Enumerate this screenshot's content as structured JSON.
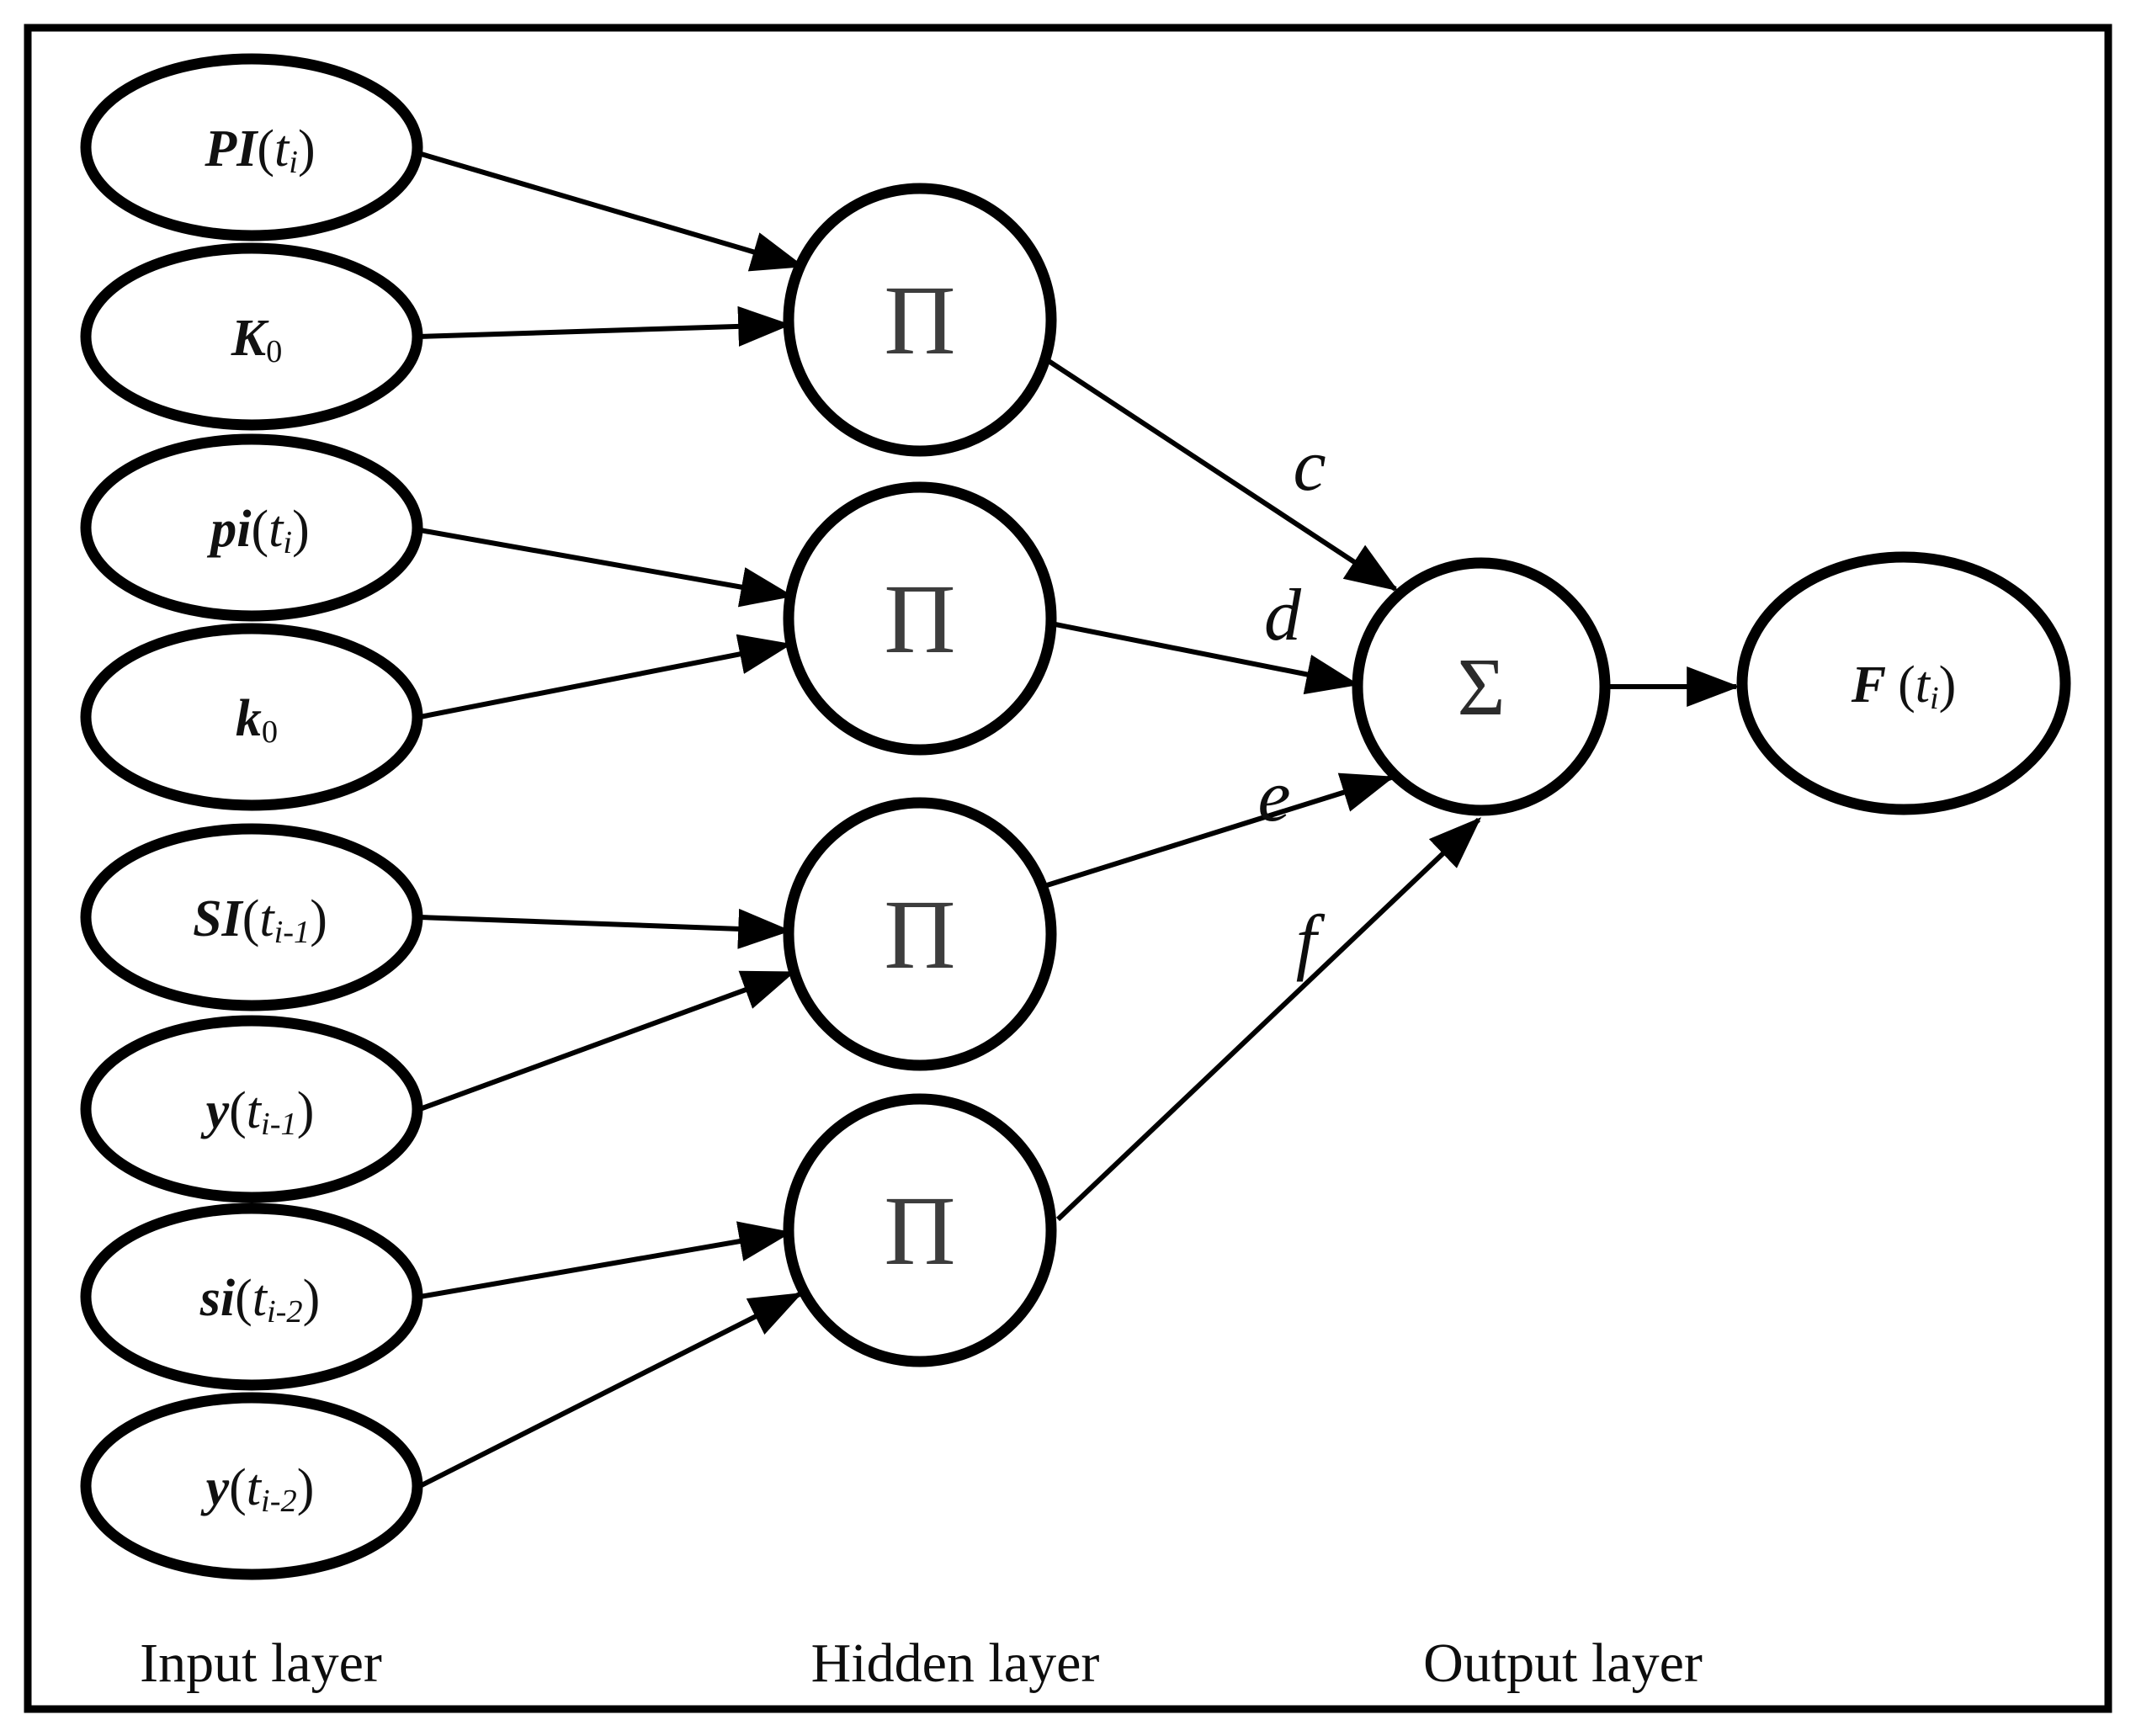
{
  "figure": {
    "ink_color": "#000000",
    "background_color": "#ffffff",
    "glyph_color": "#3d3d3d"
  },
  "input_layer": {
    "caption": "Input layer",
    "nodes": [
      {
        "main": "PI",
        "sub": "",
        "open": "(",
        "t": "t",
        "tsub": "i",
        "close": ")"
      },
      {
        "main": "K",
        "sub": "0",
        "open": "",
        "t": "",
        "tsub": "",
        "close": ""
      },
      {
        "main": "pi",
        "sub": "",
        "open": "(",
        "t": "t",
        "tsub": "i",
        "close": ")"
      },
      {
        "main": "k",
        "sub": "0",
        "open": "",
        "t": "",
        "tsub": "",
        "close": ""
      },
      {
        "main": "SI",
        "sub": "",
        "open": "(",
        "t": "t",
        "tsub": "i-1",
        "close": ")"
      },
      {
        "main": "y",
        "sub": "",
        "open": "(",
        "t": "t",
        "tsub": "i-1",
        "close": ")"
      },
      {
        "main": "si",
        "sub": "",
        "open": "(",
        "t": "t",
        "tsub": "i-2",
        "close": ")"
      },
      {
        "main": "y",
        "sub": "",
        "open": "(",
        "t": "t",
        "tsub": "i-2",
        "close": ")"
      }
    ]
  },
  "hidden_layer": {
    "caption": "Hidden layer",
    "node_symbol": "Π",
    "node_count": 4
  },
  "output_layer": {
    "caption": "Output layer",
    "sum_symbol": "Σ",
    "output_node": {
      "main": "F",
      "open": "(",
      "t": "t",
      "tsub": "i",
      "close": ")"
    }
  },
  "weights": {
    "c": "c",
    "d": "d",
    "e": "e",
    "f": "f"
  }
}
